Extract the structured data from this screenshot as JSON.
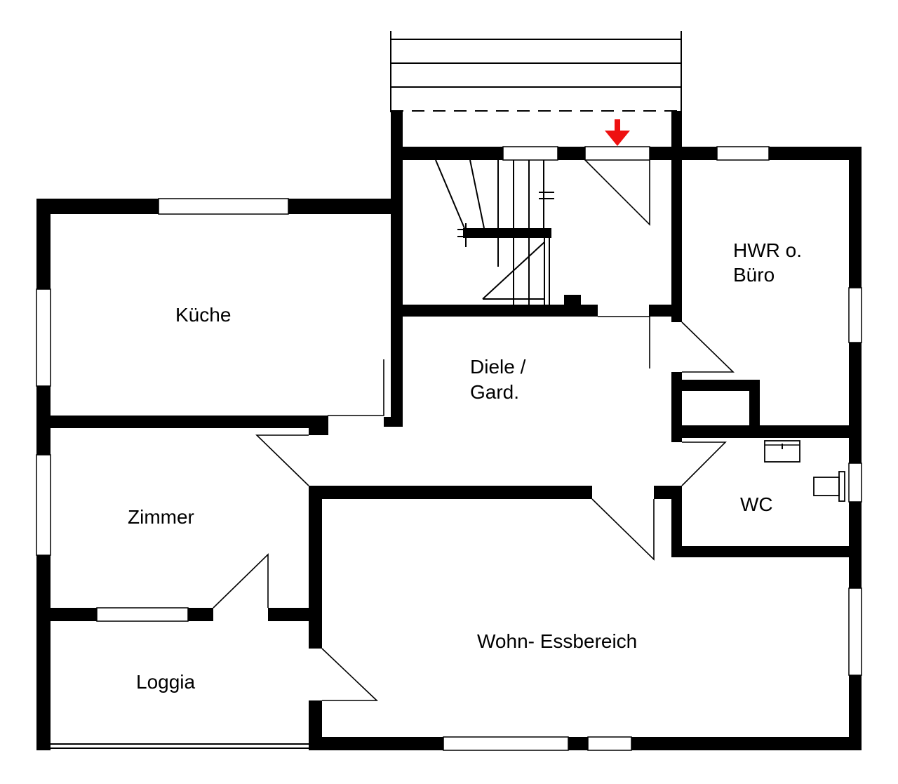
{
  "plan": {
    "entrance_arrow_color": "#ee1111",
    "rooms": {
      "kueche": "Küche",
      "diele_line1": "Diele /",
      "diele_line2": "Gard.",
      "hwr_line1": "HWR o.",
      "hwr_line2": "Büro",
      "zimmer": "Zimmer",
      "wc": "WC",
      "wohn": "Wohn- Essbereich",
      "loggia": "Loggia"
    }
  }
}
